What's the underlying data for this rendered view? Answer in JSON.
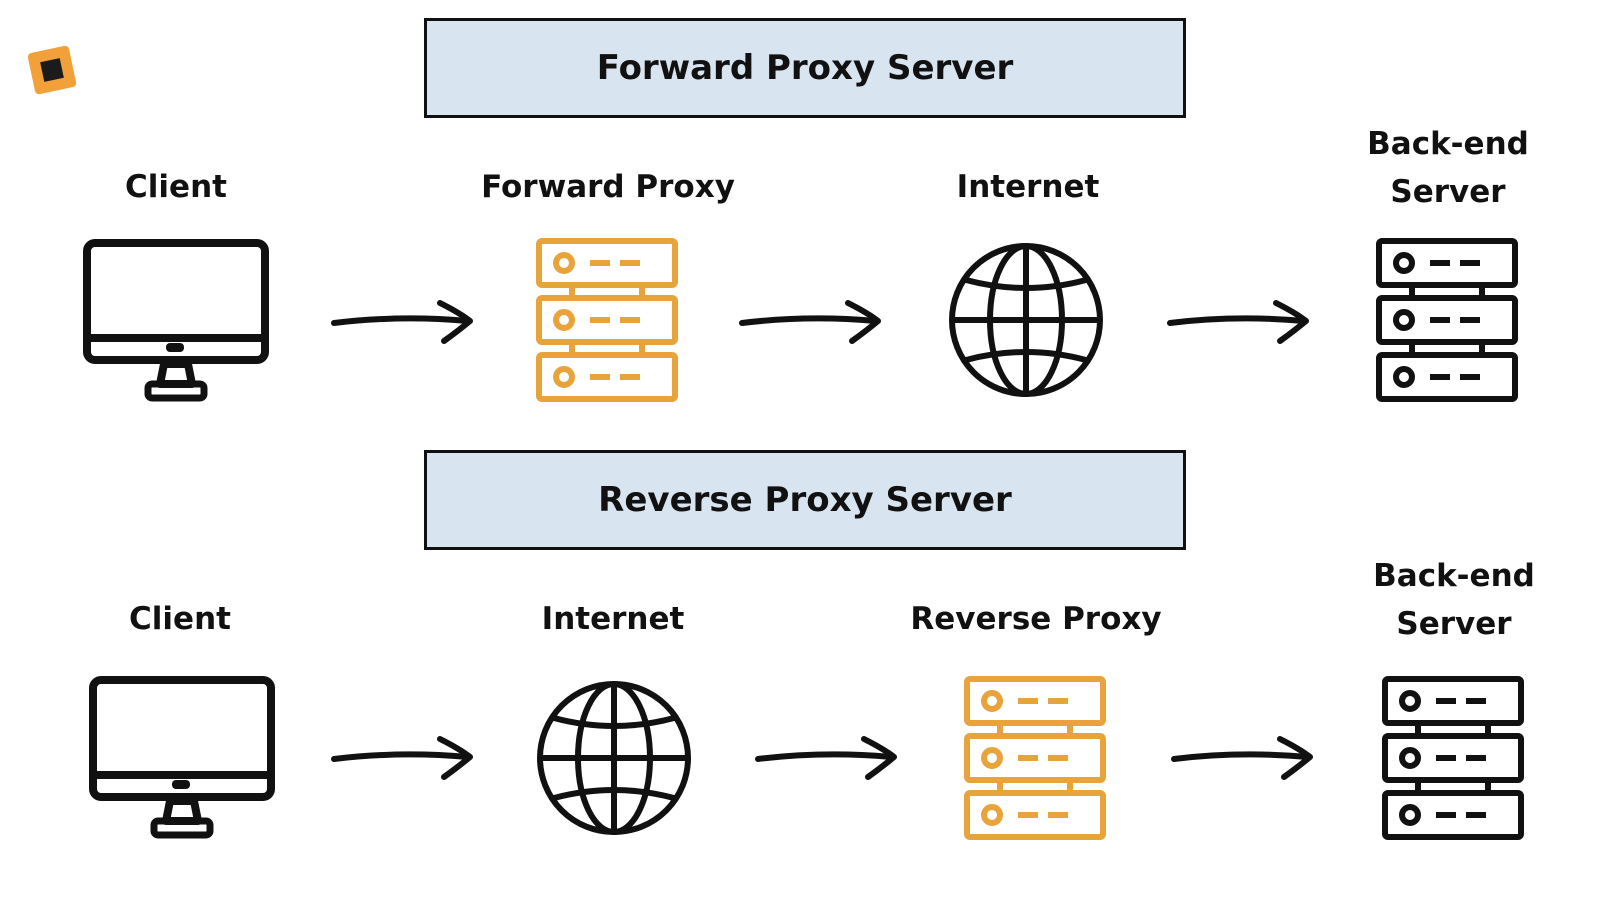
{
  "colors": {
    "banner_fill": "#d8e4ef",
    "outline": "#111111",
    "proxy_accent": "#e8a33a",
    "logo_orange": "#f2a03a"
  },
  "logo": {
    "icon": "orange-square-logo-icon"
  },
  "forward": {
    "title": "Forward Proxy Server",
    "nodes": [
      {
        "label": "Client",
        "icon": "monitor-icon"
      },
      {
        "label": "Forward Proxy",
        "icon": "server-rack-icon"
      },
      {
        "label": "Internet",
        "icon": "globe-icon"
      },
      {
        "label": "Back-end Server",
        "icon": "server-rack-icon"
      }
    ]
  },
  "reverse": {
    "title": "Reverse Proxy Server",
    "nodes": [
      {
        "label": "Client",
        "icon": "monitor-icon"
      },
      {
        "label": "Internet",
        "icon": "globe-icon"
      },
      {
        "label": "Reverse Proxy",
        "icon": "server-rack-icon"
      },
      {
        "label": "Back-end Server",
        "icon": "server-rack-icon"
      }
    ]
  },
  "arrow_icon": "right-arrow-icon"
}
